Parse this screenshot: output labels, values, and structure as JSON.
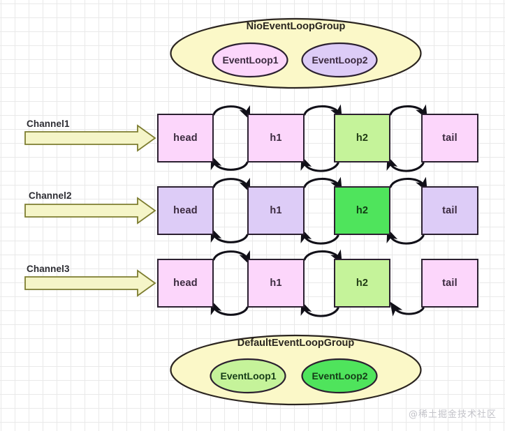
{
  "diagram": {
    "title": "Netty Channel Pipeline / EventLoopGroup diagram",
    "watermark": "@稀土掘金技术社区",
    "colors": {
      "pink": "#fcd6fb",
      "purple": "#ddccf7",
      "green_light": "#c5f39a",
      "green_bright": "#4fe45c",
      "group_fill": "#fbf8c8",
      "arrow_fill": "#f5f5c8",
      "arrow_stroke": "#7d7d30",
      "stroke": "#2b2030",
      "grid": "#e9e9e9"
    },
    "groups": [
      {
        "id": "nio-group",
        "label": "NioEventLoopGroup",
        "position": "top",
        "loops": [
          {
            "label": "EventLoop1",
            "color": "#fcd6fb"
          },
          {
            "label": "EventLoop2",
            "color": "#ddccf7"
          }
        ]
      },
      {
        "id": "default-group",
        "label": "DefaultEventLoopGroup",
        "position": "bottom",
        "loops": [
          {
            "label": "EventLoop1",
            "color": "#c5f39a"
          },
          {
            "label": "EventLoop2",
            "color": "#4fe45c"
          }
        ]
      }
    ],
    "channels": [
      {
        "label": "Channel1",
        "nodes": [
          {
            "label": "head",
            "color": "#fcd6fb"
          },
          {
            "label": "h1",
            "color": "#fcd6fb"
          },
          {
            "label": "h2",
            "color": "#c5f39a"
          },
          {
            "label": "tail",
            "color": "#fcd6fb"
          }
        ],
        "connectors": [
          "double",
          "double",
          "double"
        ]
      },
      {
        "label": "Channel2",
        "nodes": [
          {
            "label": "head",
            "color": "#ddccf7"
          },
          {
            "label": "h1",
            "color": "#ddccf7"
          },
          {
            "label": "h2",
            "color": "#4fe45c"
          },
          {
            "label": "tail",
            "color": "#ddccf7"
          }
        ],
        "connectors": [
          "double",
          "double",
          "double"
        ]
      },
      {
        "label": "Channel3",
        "nodes": [
          {
            "label": "head",
            "color": "#fcd6fb"
          },
          {
            "label": "h1",
            "color": "#fcd6fb"
          },
          {
            "label": "h2",
            "color": "#c5f39a"
          },
          {
            "label": "tail",
            "color": "#fcd6fb"
          }
        ],
        "connectors": [
          "double",
          "double",
          "back-only"
        ]
      }
    ]
  }
}
